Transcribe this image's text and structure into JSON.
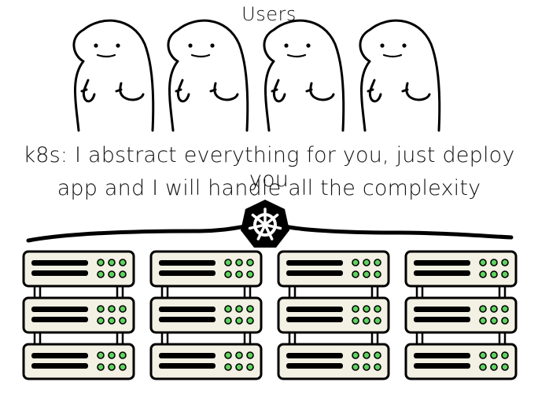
{
  "title": "Users",
  "message": {
    "line1": "k8s: I abstract everything for you, just deploy you",
    "line2": "app and I will handle all the complexity"
  },
  "users": [
    "user",
    "user",
    "user",
    "user"
  ],
  "logo": {
    "name": "kubernetes-logo",
    "color": "#000000"
  },
  "server_racks": {
    "rack_count": 4,
    "units_per_rack": 3,
    "led_color": "#5fd35f",
    "panel_color": "#f3f1e4"
  }
}
